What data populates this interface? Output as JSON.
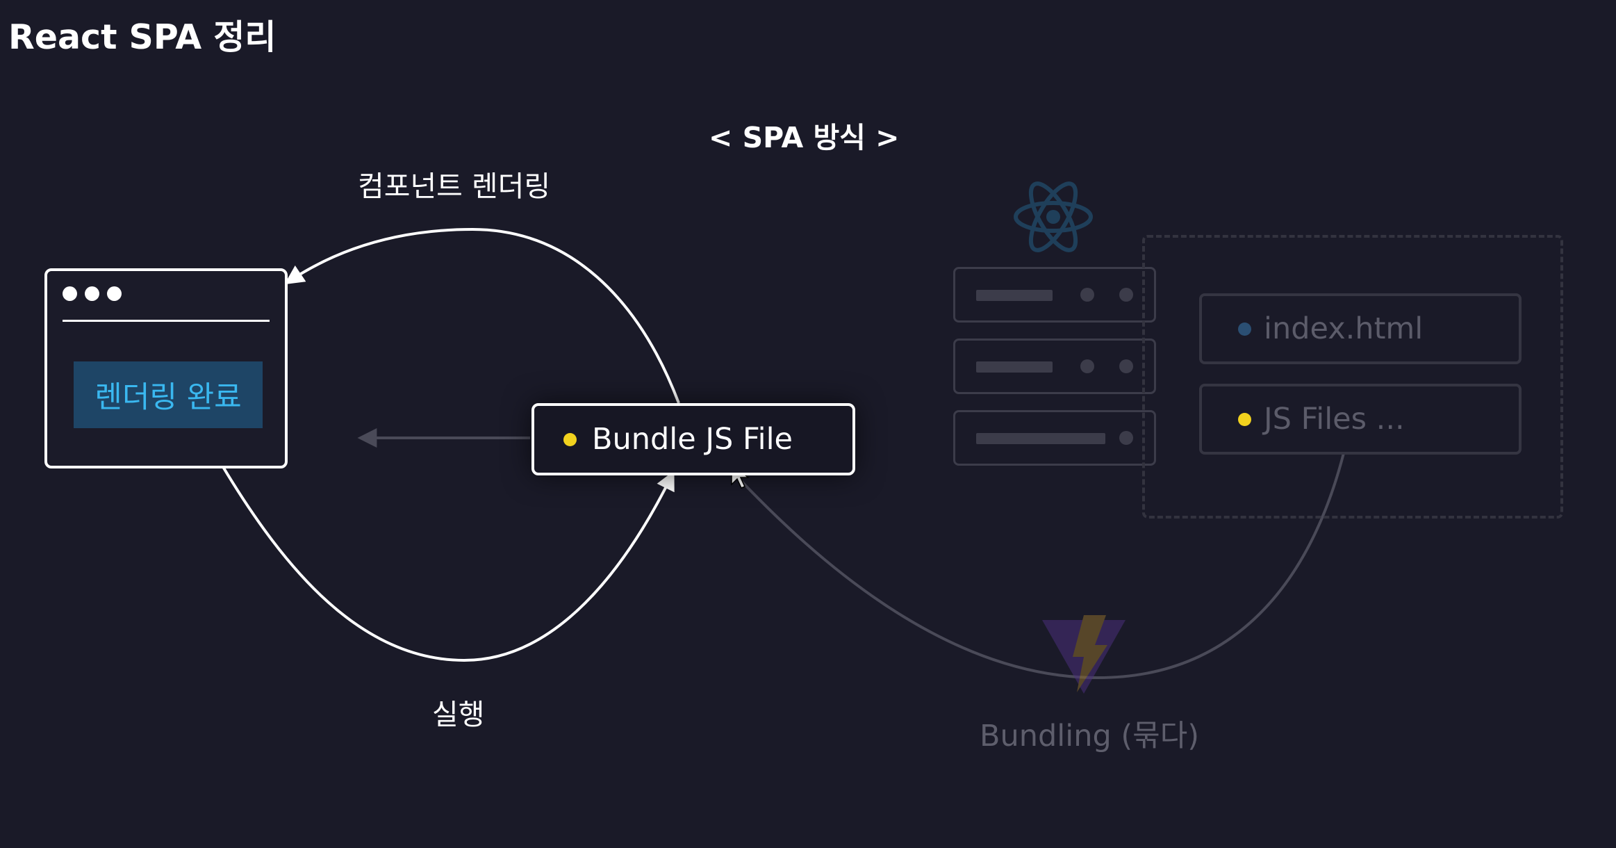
{
  "header": {
    "title": "React SPA 정리"
  },
  "diagram": {
    "subtitle": "< SPA 방식 >",
    "render_label": "컴포넌트 렌더링",
    "execute_label": "실행",
    "bundling_label": "Bundling (묶다)",
    "browser": {
      "status_text": "렌더링 완료"
    },
    "bundle": {
      "label": "Bundle JS File"
    },
    "files": [
      {
        "label": "index.html",
        "dot_color": "#2b4f73"
      },
      {
        "label": "JS Files ...",
        "dot_color": "#f2d21e"
      }
    ],
    "icons": [
      "react-logo-icon",
      "server-stack-icon",
      "vite-logo-icon",
      "cursor-icon"
    ],
    "colors": {
      "background": "#1a1a28",
      "foreground": "#ffffff",
      "accent_blue": "#3ab8f0",
      "highlight_yellow": "#f2d21e",
      "dim": "#3c3c4a"
    }
  }
}
